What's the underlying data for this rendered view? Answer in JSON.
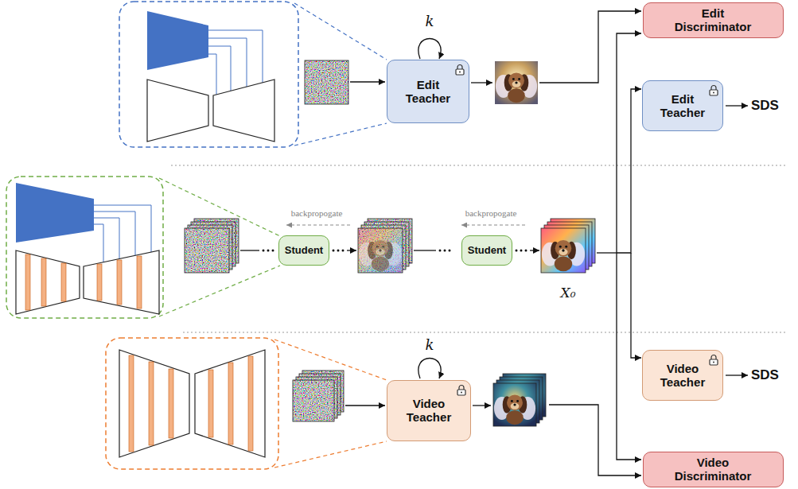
{
  "diagram": {
    "nodes": [
      {
        "text": [
          "Edit Discriminator"
        ]
      },
      {
        "text": [
          "Edit Teacher"
        ]
      },
      {
        "text": [
          "Edit Teacher"
        ]
      },
      {
        "text": [
          "Student"
        ]
      },
      {
        "text": [
          "Student"
        ]
      },
      {
        "text": [
          "Video Teacher"
        ]
      },
      {
        "text": [
          "Video Teacher"
        ]
      },
      {
        "text": [
          "Video Discriminator"
        ]
      }
    ],
    "labels": [
      "k",
      "SDS",
      "backpropogate",
      "backpropogate",
      "X₀",
      "k",
      "SDS"
    ]
  }
}
